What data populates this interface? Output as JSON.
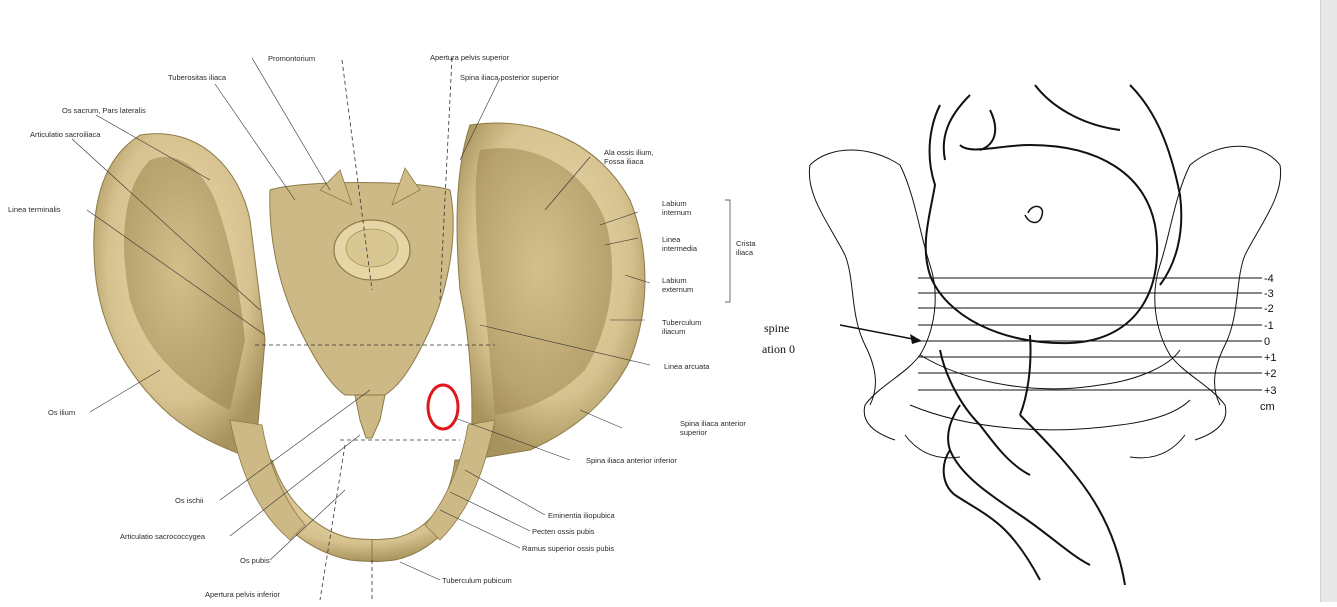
{
  "left_figure": {
    "bone_color": "#d6c28f",
    "bone_shadow": "#a8935d",
    "highlight_color": "#e0161b",
    "labels": {
      "promontorium": "Promontorium",
      "apertura_sup": "Apertura pelvis superior",
      "tuberositas": "Tuberositas iliaca",
      "spina_post_sup": "Spina iliaca posterior superior",
      "os_sacrum": "Os sacrum, Pars lateralis",
      "art_sacroiliaca": "Articulatio sacroiliaca",
      "ala": "Ala ossis ilium,",
      "fossa": "Fossa iliaca",
      "linea_term": "Linea terminalis",
      "labium_int": "Labium",
      "labium_int2": "internum",
      "linea_int": "Linea",
      "linea_int2": "intermedia",
      "labium_ext": "Labium",
      "labium_ext2": "externum",
      "crista": "Crista",
      "crista2": "iliaca",
      "tuberculum": "Tuberculum",
      "tuberculum2": "iliacum",
      "linea_arc": "Linea arcuata",
      "os_ilium": "Os ilium",
      "spina_ant_sup": "Spina iliaca anterior",
      "spina_ant_sup2": "superior",
      "spina_ant_inf": "Spina iliaca anterior inferior",
      "eminentia": "Eminentia iliopubica",
      "pecten": "Pecten ossis pubis",
      "ramus": "Ramus superior ossis pubis",
      "os_ischii": "Os ischii",
      "art_sacrococ": "Articulatio sacrococcygea",
      "os_pubis": "Os pubis",
      "tuberculum_pub": "Tuberculum pubicum",
      "apertura_inf": "Apertura pelvis inferior"
    }
  },
  "right_figure": {
    "line_color": "#111111",
    "spine_text": "spine",
    "station_text": "ation 0",
    "stations": [
      "-4",
      "-3",
      "-2",
      "-1",
      "0",
      "+1",
      "+2",
      "+3"
    ],
    "unit": "cm"
  }
}
